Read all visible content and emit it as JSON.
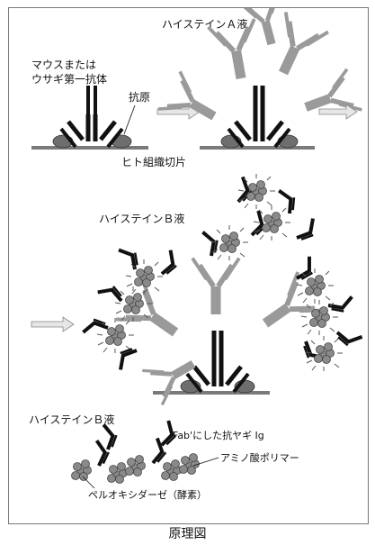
{
  "labels": {
    "mouse_rabbit_antibody_line1": "マウスまたは",
    "mouse_rabbit_antibody_line2": "ウサギ第一抗体",
    "antigen": "抗原",
    "human_tissue_section": "ヒト組織切片",
    "histine_a_solution": "ハイステインＡ液",
    "histine_b_solution_mid": "ハイステインＢ液",
    "histine_b_solution_bottom": "ハイステインＢ液",
    "fab_anti_goat_ig": "Fab'にした抗ヤギ Ig",
    "amino_acid_polymer": "アミノ酸ポリマー",
    "peroxidase_enzyme": "ペルオキシダーゼ（酵素）"
  },
  "caption": "原理図",
  "colors": {
    "primary_antibody": "#111111",
    "secondary_antibody": "#9a9a9a",
    "antigen": "#6e6e6e",
    "enzyme": "#8a8a8a",
    "arrow_fill": "#e6e6e6",
    "tissue": "#7a7a7a"
  }
}
